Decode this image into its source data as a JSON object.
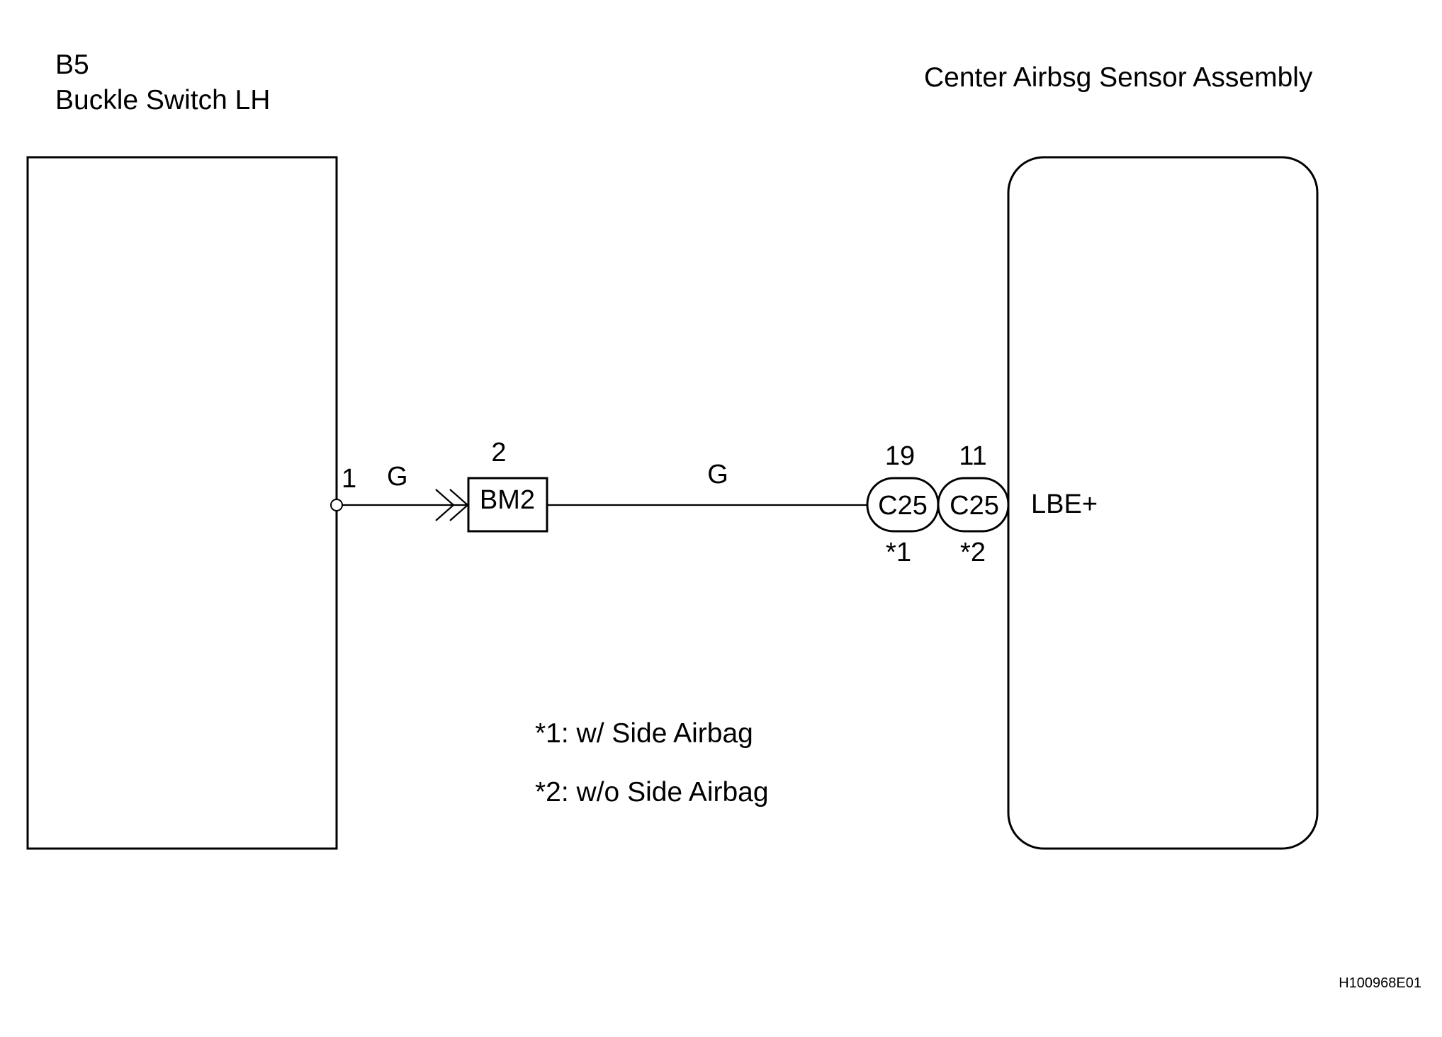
{
  "left_component": {
    "code": "B5",
    "name": "Buckle Switch LH",
    "pin": "1"
  },
  "right_component": {
    "name": "Center Airbsg Sensor Assembly",
    "terminal": "LBE+"
  },
  "wire_segments": [
    {
      "color": "G"
    },
    {
      "color": "G"
    }
  ],
  "connector_bm2": {
    "name": "BM2",
    "pin": "2"
  },
  "connectors_c25": [
    {
      "name": "C25",
      "pin": "19",
      "note": "*1"
    },
    {
      "name": "C25",
      "pin": "11",
      "note": "*2"
    }
  ],
  "notes": [
    "*1: w/ Side Airbag",
    "*2: w/o Side Airbag"
  ],
  "figure_id": "H100968E01"
}
